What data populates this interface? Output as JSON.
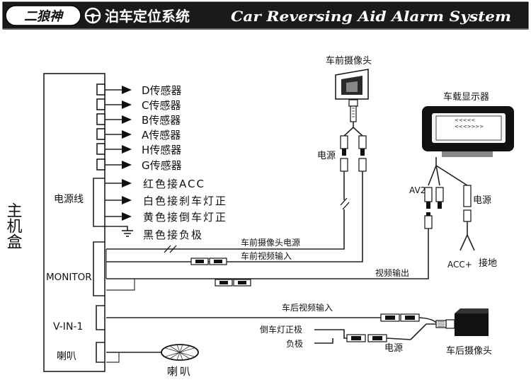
{
  "header": {
    "brand": "二狼神",
    "title_cn": "泊车定位系统",
    "title_en": "Car Reversing Aid Alarm System"
  },
  "host_unit": {
    "title": "主机盒",
    "sections": {
      "power": "电源线",
      "monitor": "MONITOR",
      "vin": "V-IN-1",
      "speaker": "喇叭"
    }
  },
  "sensors": [
    "D传感器",
    "C传感器",
    "B传感器",
    "A传感器",
    "H传感器",
    "G传感器"
  ],
  "power_wires": [
    "红色接ACC",
    "白色接刹车灯正",
    "黄色接倒车灯正",
    "黑色接负极"
  ],
  "front_camera": {
    "title": "车前摄像头",
    "power_label": "电源",
    "power_line_label": "车前摄像头电源",
    "video_line_label": "车前视频输入"
  },
  "display": {
    "title": "车载显示器",
    "av_label": "AV2",
    "power_label": "电源",
    "acc_label": "ACC+",
    "ground_label": "接地",
    "video_out_label": "视频输出",
    "screen_arrows": [
      "<<<<<",
      "<<<>>>>"
    ]
  },
  "rear_camera": {
    "title": "车后摄像头",
    "video_label": "车后视频输入",
    "reverse_pos_label": "倒车灯正极",
    "negative_label": "负极",
    "power_label": "电源"
  },
  "speaker_label": "喇叭"
}
